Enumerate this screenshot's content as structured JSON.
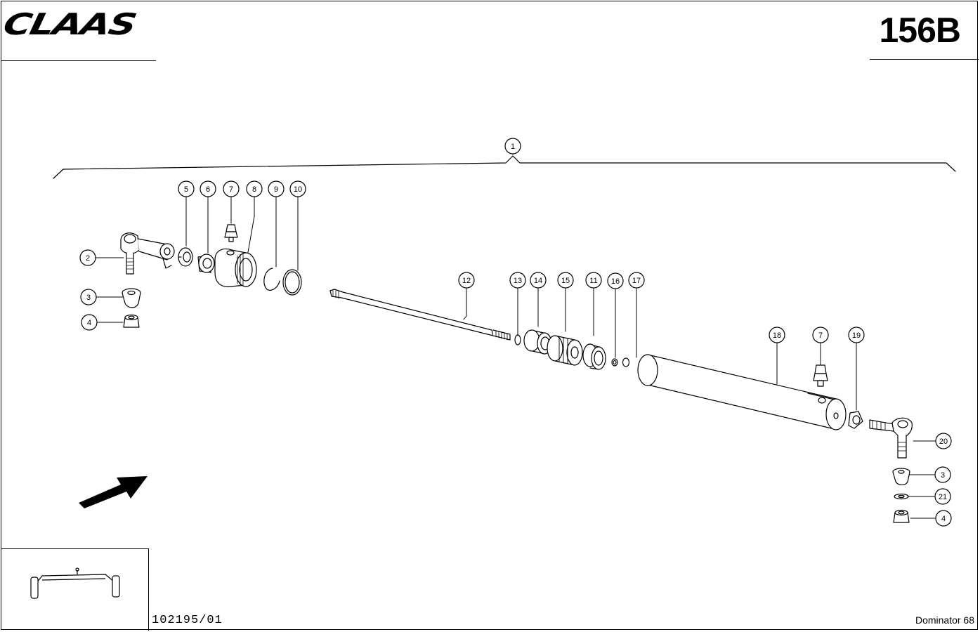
{
  "header": {
    "brand": "CLAAS",
    "page_code": "156B"
  },
  "footer": {
    "drawing_number": "102195/01",
    "model": "Dominator 68"
  },
  "callouts": [
    {
      "text": "1",
      "part": "steering-cylinder-assembly"
    },
    {
      "text": "2",
      "part": "tie-rod-end"
    },
    {
      "text": "3",
      "part": "cone-bushing"
    },
    {
      "text": "4",
      "part": "nut"
    },
    {
      "text": "5",
      "part": "seal"
    },
    {
      "text": "6",
      "part": "bearing-ring"
    },
    {
      "text": "7",
      "part": "grease-nipple"
    },
    {
      "text": "8",
      "part": "cylinder-head"
    },
    {
      "text": "9",
      "part": "circlip"
    },
    {
      "text": "10",
      "part": "o-ring"
    },
    {
      "text": "12",
      "part": "piston-rod"
    },
    {
      "text": "13",
      "part": "o-ring"
    },
    {
      "text": "14",
      "part": "guide-ring"
    },
    {
      "text": "15",
      "part": "piston"
    },
    {
      "text": "11",
      "part": "seal-ring"
    },
    {
      "text": "16",
      "part": "nut"
    },
    {
      "text": "17",
      "part": "washer"
    },
    {
      "text": "18",
      "part": "cylinder-tube"
    },
    {
      "text": "7",
      "part": "grease-nipple"
    },
    {
      "text": "19",
      "part": "lock-nut"
    },
    {
      "text": "20",
      "part": "tie-rod-end"
    },
    {
      "text": "3",
      "part": "cone-bushing"
    },
    {
      "text": "21",
      "part": "washer"
    },
    {
      "text": "4",
      "part": "nut"
    }
  ],
  "colors": {
    "ink": "#000000",
    "paper": "#ffffff"
  },
  "icons": {
    "direction": "arrow-icon",
    "overview": "axle-thumbnail-icon"
  }
}
